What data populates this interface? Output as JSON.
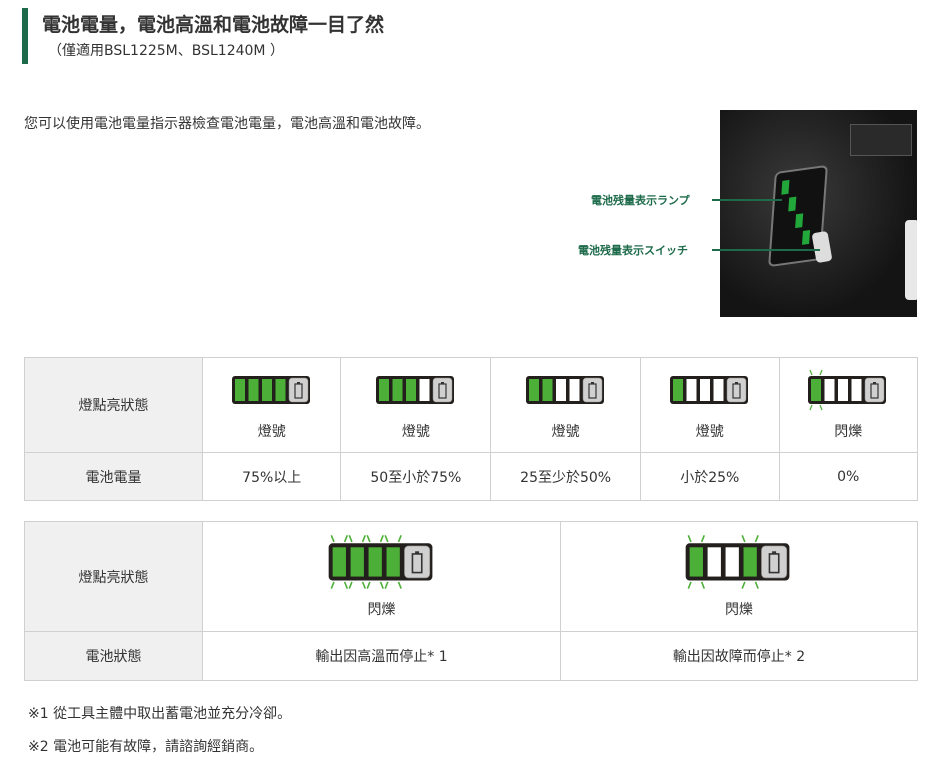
{
  "header": {
    "title": "電池電量，電池高溫和電池故障一目了然",
    "subtitle": "（僅適用BSL1225M、BSL1240M ）"
  },
  "intro": "您可以使用電池電量指示器檢查電池電量，電池高溫和電池故障。",
  "photo": {
    "lamp_label": "電池残量表示ランプ",
    "switch_label": "電池残量表示スイッチ"
  },
  "colors": {
    "accent": "#1d6b4b",
    "led_green": "#4caf37"
  },
  "table1": {
    "row_labels": [
      "燈點亮狀態",
      "電池電量"
    ],
    "columns": [
      {
        "segments": [
          1,
          1,
          1,
          1
        ],
        "blink": [
          0,
          0,
          0,
          0
        ],
        "state": "燈號",
        "level": "75%以上"
      },
      {
        "segments": [
          1,
          1,
          1,
          0
        ],
        "blink": [
          0,
          0,
          0,
          0
        ],
        "state": "燈號",
        "level": "50至小於75%"
      },
      {
        "segments": [
          1,
          1,
          0,
          0
        ],
        "blink": [
          0,
          0,
          0,
          0
        ],
        "state": "燈號",
        "level": "25至少於50%"
      },
      {
        "segments": [
          1,
          0,
          0,
          0
        ],
        "blink": [
          0,
          0,
          0,
          0
        ],
        "state": "燈號",
        "level": "小於25%"
      },
      {
        "segments": [
          1,
          0,
          0,
          0
        ],
        "blink": [
          1,
          0,
          0,
          0
        ],
        "state": "閃爍",
        "level": "0%"
      }
    ]
  },
  "table2": {
    "row_labels": [
      "燈點亮狀態",
      "電池狀態"
    ],
    "columns": [
      {
        "segments": [
          1,
          1,
          1,
          1
        ],
        "blink": [
          1,
          1,
          1,
          1
        ],
        "state": "閃爍",
        "status": "輸出因高溫而停止* 1"
      },
      {
        "segments": [
          1,
          0,
          0,
          1
        ],
        "blink": [
          1,
          0,
          0,
          1
        ],
        "state": "閃爍",
        "status": "輸出因故障而停止* 2"
      }
    ]
  },
  "notes": [
    "※1 從工具主體中取出蓄電池並充分冷卻。",
    "※2 電池可能有故障，請諮詢經銷商。"
  ]
}
